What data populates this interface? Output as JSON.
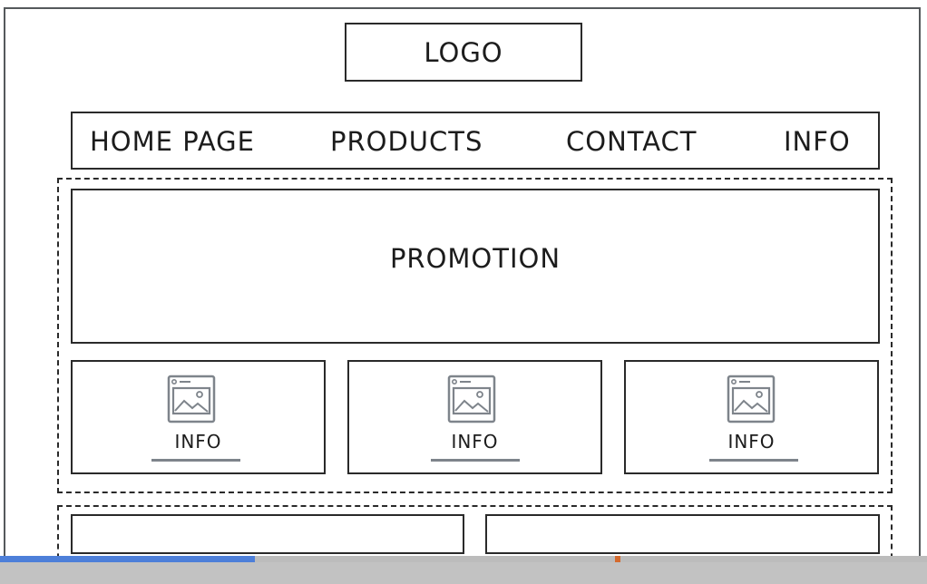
{
  "header": {
    "logo_label": "LOGO"
  },
  "nav": {
    "items": [
      {
        "label": "HOME PAGE"
      },
      {
        "label": "PRODUCTS"
      },
      {
        "label": "CONTACT"
      },
      {
        "label": "INFO"
      }
    ]
  },
  "promotion": {
    "label": "PROMOTION"
  },
  "cards": [
    {
      "label": "INFO",
      "icon": "image-placeholder-icon"
    },
    {
      "label": "INFO",
      "icon": "image-placeholder-icon"
    },
    {
      "label": "INFO",
      "icon": "image-placeholder-icon"
    }
  ],
  "player": {
    "progress_fraction": 0.275
  },
  "colors": {
    "stroke": "#2a2a2a",
    "icon_gray": "#7e848b",
    "progress_blue": "#4d7fd9",
    "marker_orange": "#d46a2e",
    "bar_gray": "#bcbcbc"
  }
}
